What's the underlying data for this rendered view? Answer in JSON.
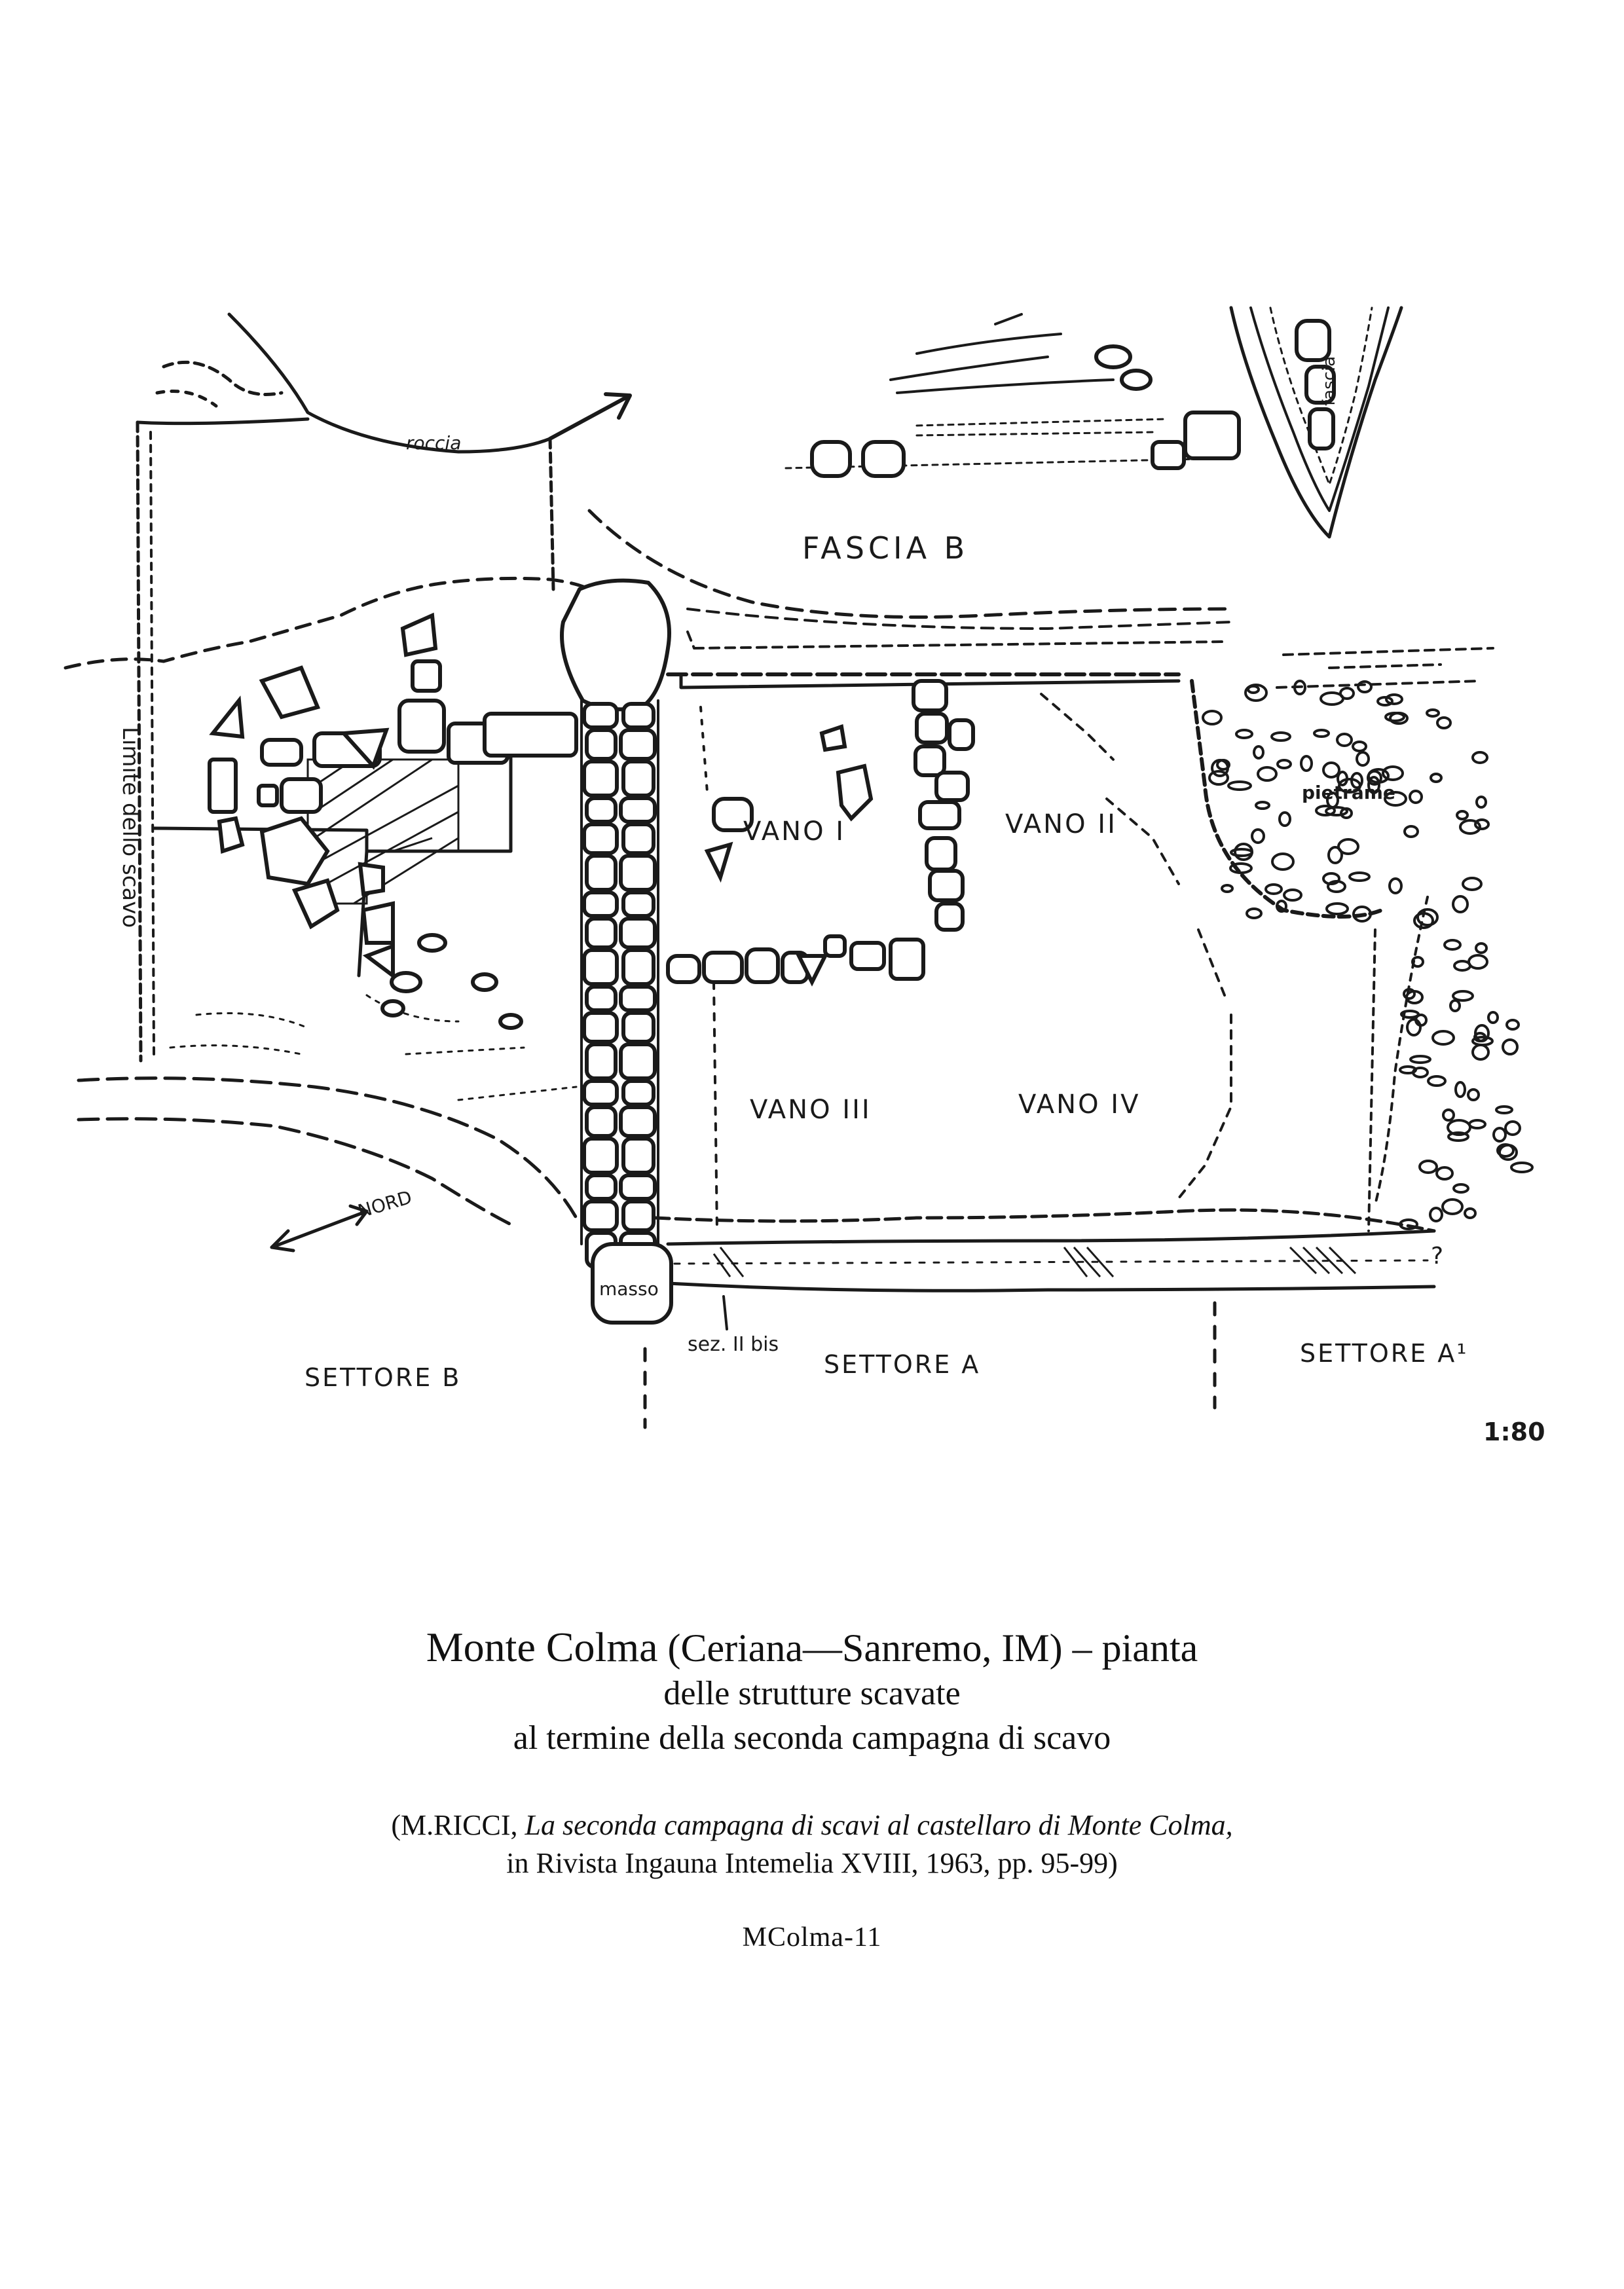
{
  "plan": {
    "labels": {
      "roccia": "roccia",
      "fascia_b": "FASCIA B",
      "fascia": "fascia",
      "limite": "Limite dello scavo",
      "vano1": "VANO I",
      "vano2": "VANO II",
      "vano3": "VANO III",
      "vano4": "VANO IV",
      "pietrame": "pietrame",
      "nord": "NORD",
      "masso": "masso",
      "sez": "sez. II bis",
      "settore_b": "SETTORE B",
      "settore_a": "SETTORE A",
      "settore_a1": "SETTORE A¹",
      "question": "?",
      "scale": "1:80"
    }
  },
  "caption": {
    "title_main": "Monte Colma",
    "title_paren": "(Ceriana—Sanremo, IM)",
    "title_rest": "– pianta",
    "line2": "delle strutture scavate",
    "line3": "al termine della seconda campagna di scavo",
    "ref_author": "(M.RICCI,",
    "ref_title": "La seconda campagna di scavi al castellaro di Monte Colma,",
    "ref_source": "in Rivista Ingauna Intemelia XVIII, 1963, pp. 95-99)",
    "code": "MColma-11"
  }
}
